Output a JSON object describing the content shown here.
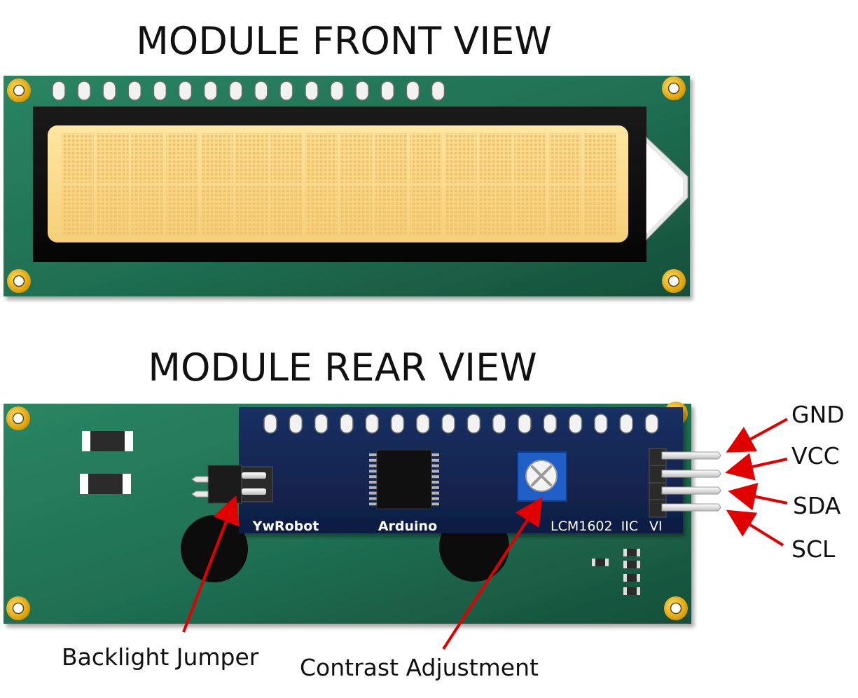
{
  "front_view": {
    "title": "MODULE FRONT VIEW"
  },
  "rear_view": {
    "title": "MODULE REAR VIEW",
    "silkscreen": {
      "brand": "YwRobot",
      "platform": "Arduino",
      "model": "LCM1602  IIC",
      "version": "VI"
    }
  },
  "pins": [
    "GND",
    "VCC",
    "SDA",
    "SCL"
  ],
  "callouts": {
    "backlight": "Backlight Jumper",
    "contrast": "Contrast Adjustment"
  },
  "colors": {
    "pcb": "#1f6e52",
    "lcd": "#fbd98e",
    "backpack": "#13244d",
    "pot": "#1f5fc7",
    "arrow": "#e00000",
    "mount_hole": "#f0b700"
  }
}
